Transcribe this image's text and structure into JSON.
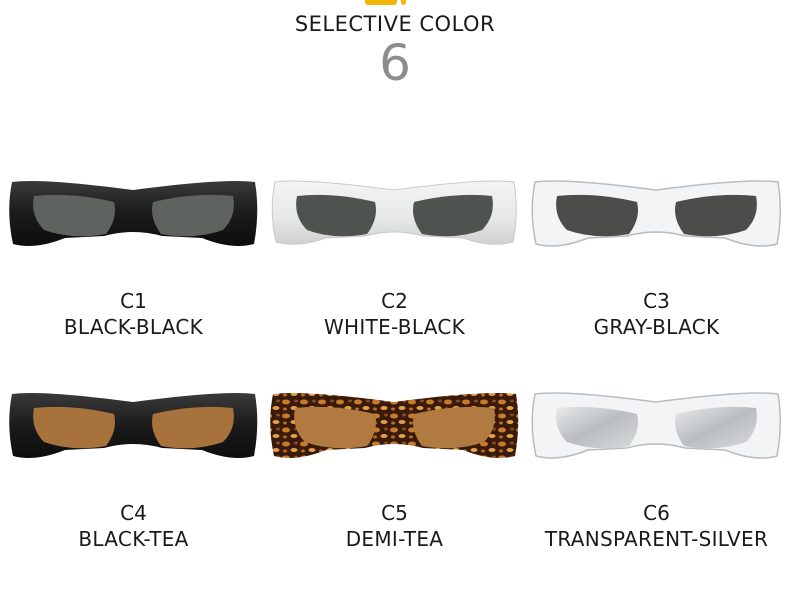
{
  "header": {
    "title": "SELECTIVE COLOR",
    "count": "6"
  },
  "products": [
    {
      "code": "C1",
      "name": "BLACK-BLACK",
      "frame": "#1b1b1b",
      "lens": "#5e6360",
      "style": "solid"
    },
    {
      "code": "C2",
      "name": "WHITE-BLACK",
      "frame": "#e9eaea",
      "lens": "#4f5350",
      "style": "solid"
    },
    {
      "code": "C3",
      "name": "GRAY-BLACK",
      "frame": "#dfe1e2",
      "lens": "#4a4d4a",
      "style": "clear"
    },
    {
      "code": "C4",
      "name": "BLACK-TEA",
      "frame": "#1b1b1b",
      "lens": "#a7723b",
      "style": "solid"
    },
    {
      "code": "C5",
      "name": "DEMI-TEA",
      "frame": "#4a2410",
      "lens": "#b07a40",
      "style": "tortoise"
    },
    {
      "code": "C6",
      "name": "TRANSPARENT-SILVER",
      "frame": "#e3e5e6",
      "lens": "#c4c8ca",
      "style": "clear"
    }
  ]
}
